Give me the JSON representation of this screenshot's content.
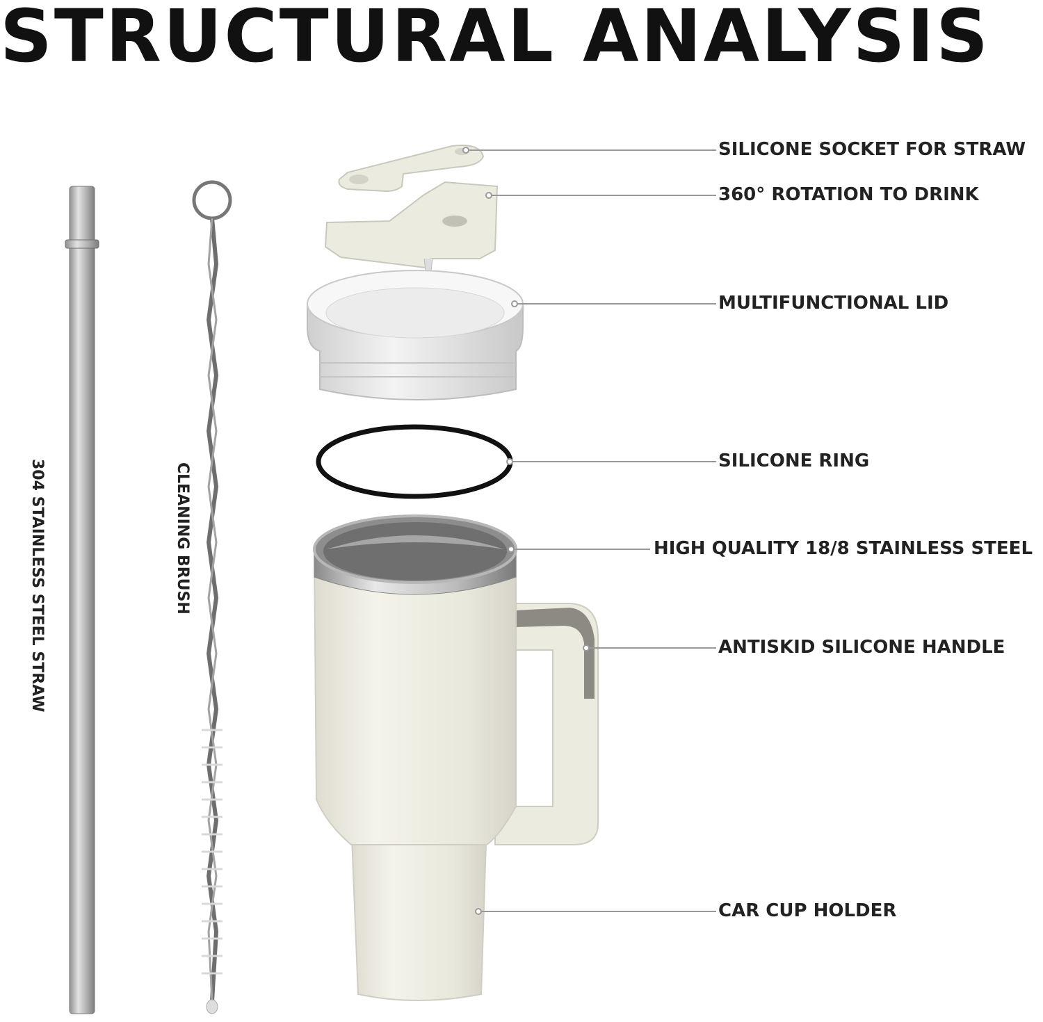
{
  "title": "STRUCTURAL ANALYSIS",
  "side_labels": {
    "straw": "304 STAINLESS STEEL STRAW",
    "brush": "CLEANING BRUSH"
  },
  "callouts": [
    {
      "id": "socket",
      "text": "SILICONE SOCKET FOR STRAW"
    },
    {
      "id": "rotation",
      "text": "360° ROTATION TO DRINK"
    },
    {
      "id": "lid",
      "text": "MULTIFUNCTIONAL LID"
    },
    {
      "id": "ring",
      "text": "SILICONE RING"
    },
    {
      "id": "steel",
      "text": "HIGH QUALITY 18/8 STAINLESS STEEL"
    },
    {
      "id": "handle",
      "text": "ANTISKID SILICONE HANDLE"
    },
    {
      "id": "holder",
      "text": "CAR CUP HOLDER"
    }
  ],
  "colors": {
    "cream": "#ecebe0",
    "steel": "#b9b9b9",
    "ring": "#111111",
    "grip": "#8d8a83",
    "leader": "#999999"
  }
}
